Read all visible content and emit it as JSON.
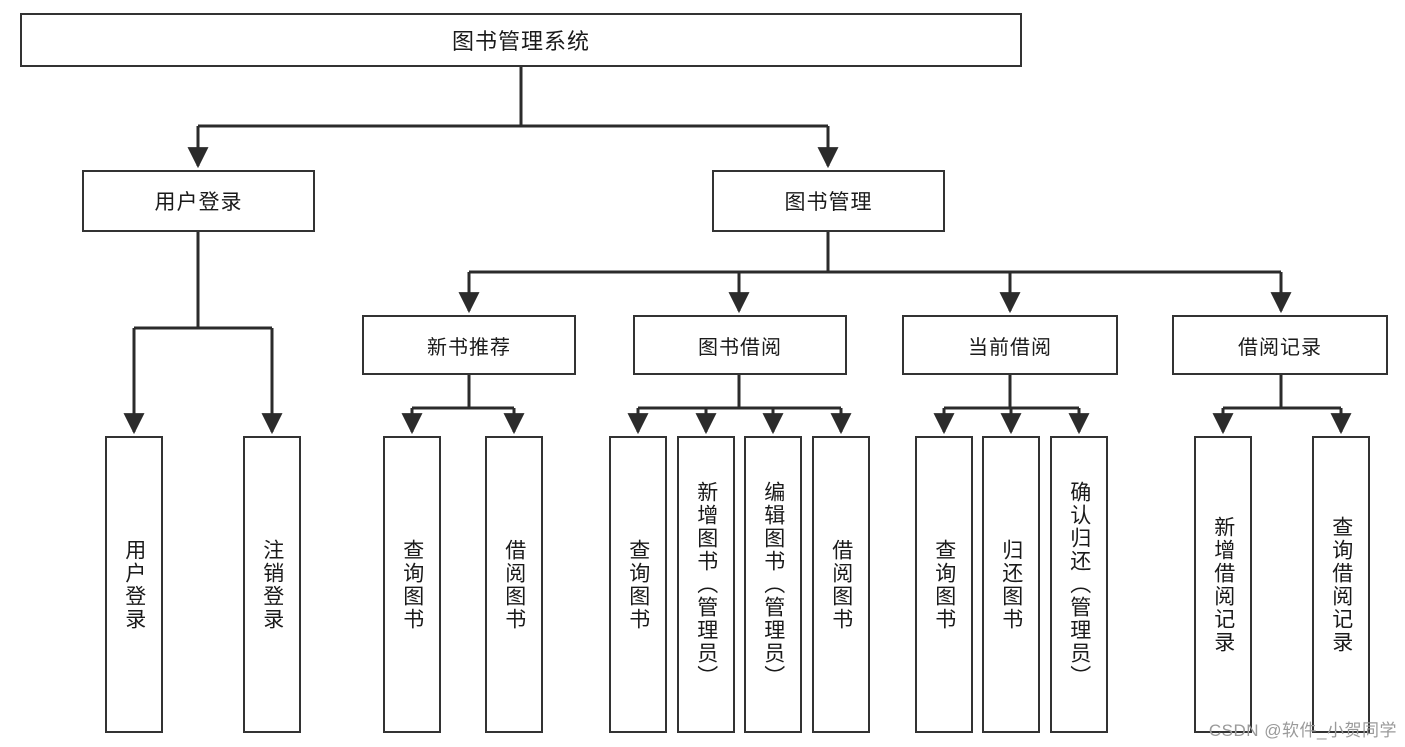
{
  "diagram": {
    "title": "图书管理系统",
    "type": "tree-hierarchy-chart",
    "root": {
      "label": "图书管理系统"
    },
    "level2": [
      {
        "label": "用户登录"
      },
      {
        "label": "图书管理"
      }
    ],
    "level3": [
      {
        "label": "新书推荐"
      },
      {
        "label": "图书借阅"
      },
      {
        "label": "当前借阅"
      },
      {
        "label": "借阅记录"
      }
    ],
    "leaves": {
      "user_login": [
        {
          "label": "用户登录"
        },
        {
          "label": "注销登录"
        }
      ],
      "new_book_recommend": [
        {
          "label": "查询图书"
        },
        {
          "label": "借阅图书"
        }
      ],
      "book_borrow": [
        {
          "label": "查询图书"
        },
        {
          "label": "新增图书（管理员）"
        },
        {
          "label": "编辑图书（管理员）"
        },
        {
          "label": "借阅图书"
        }
      ],
      "current_borrow": [
        {
          "label": "查询图书"
        },
        {
          "label": "归还图书"
        },
        {
          "label": "确认归还（管理员）"
        }
      ],
      "borrow_record": [
        {
          "label": "新增借阅记录"
        },
        {
          "label": "查询借阅记录"
        }
      ]
    }
  },
  "watermark": {
    "text": "CSDN @软件_小贺同学"
  },
  "colors": {
    "background": "#ffffff",
    "box_border": "#333333",
    "box_fill": "#ffffff",
    "text": "#1a1a1a",
    "connector": "#2b2b2b",
    "watermark": "#9a9a9a"
  }
}
